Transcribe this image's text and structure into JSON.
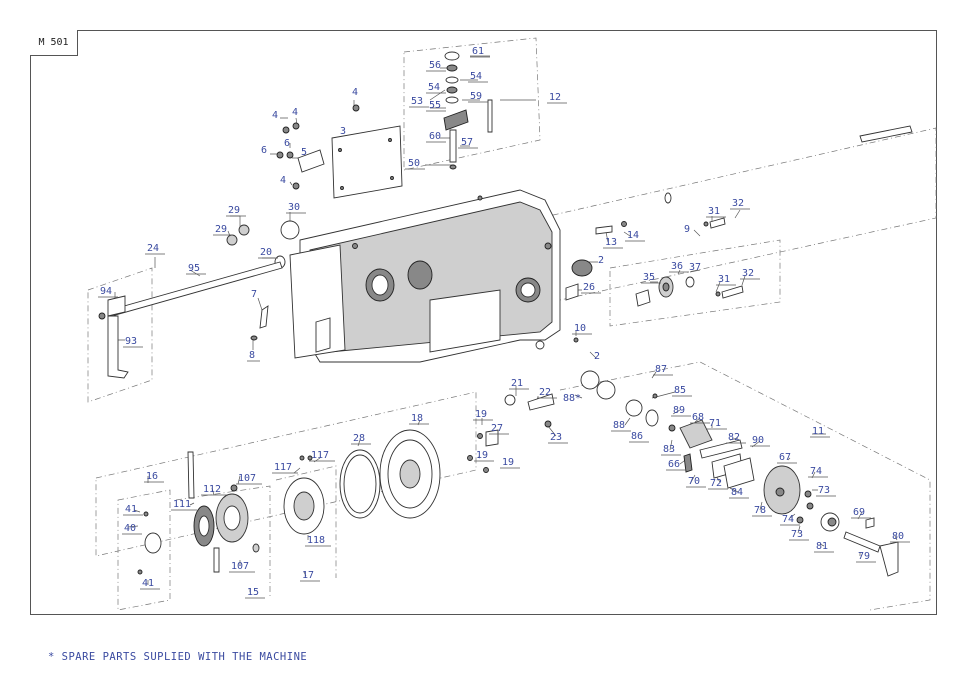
{
  "header": {
    "model_code": "M 501"
  },
  "footnote": {
    "text": "* SPARE PARTS SUPLIED WITH THE MACHINE"
  },
  "callouts": [
    {
      "id": "c61",
      "label": "61"
    },
    {
      "id": "c56",
      "label": "56"
    },
    {
      "id": "c54a",
      "label": "54"
    },
    {
      "id": "c54b",
      "label": "54"
    },
    {
      "id": "c53",
      "label": "53"
    },
    {
      "id": "c59",
      "label": "59"
    },
    {
      "id": "c55",
      "label": "55"
    },
    {
      "id": "c12",
      "label": "12"
    },
    {
      "id": "c60",
      "label": "60"
    },
    {
      "id": "c57",
      "label": "57"
    },
    {
      "id": "c50",
      "label": "50"
    },
    {
      "id": "c4a",
      "label": "4"
    },
    {
      "id": "c4b",
      "label": "4"
    },
    {
      "id": "c4c",
      "label": "4"
    },
    {
      "id": "c4d",
      "label": "4"
    },
    {
      "id": "c3",
      "label": "3"
    },
    {
      "id": "c6a",
      "label": "6"
    },
    {
      "id": "c6b",
      "label": "6"
    },
    {
      "id": "c5",
      "label": "5"
    },
    {
      "id": "c29a",
      "label": "29"
    },
    {
      "id": "c29b",
      "label": "29"
    },
    {
      "id": "c30",
      "label": "30"
    },
    {
      "id": "c24",
      "label": "24"
    },
    {
      "id": "c20",
      "label": "20"
    },
    {
      "id": "c95",
      "label": "95"
    },
    {
      "id": "c94",
      "label": "94"
    },
    {
      "id": "c7",
      "label": "7"
    },
    {
      "id": "c93",
      "label": "93"
    },
    {
      "id": "c8",
      "label": "8"
    },
    {
      "id": "c13",
      "label": "13"
    },
    {
      "id": "c14",
      "label": "14"
    },
    {
      "id": "c9",
      "label": "9"
    },
    {
      "id": "c31a",
      "label": "31"
    },
    {
      "id": "c32a",
      "label": "32"
    },
    {
      "id": "c2a",
      "label": "2"
    },
    {
      "id": "c35",
      "label": "35"
    },
    {
      "id": "c36",
      "label": "36"
    },
    {
      "id": "c37",
      "label": "37"
    },
    {
      "id": "c31b",
      "label": "31"
    },
    {
      "id": "c32b",
      "label": "32"
    },
    {
      "id": "c26",
      "label": "26"
    },
    {
      "id": "c10",
      "label": "10"
    },
    {
      "id": "c2b",
      "label": "2"
    },
    {
      "id": "c87",
      "label": "87"
    },
    {
      "id": "c21",
      "label": "21"
    },
    {
      "id": "c22",
      "label": "22"
    },
    {
      "id": "c88a",
      "label": "88*"
    },
    {
      "id": "c85",
      "label": "85"
    },
    {
      "id": "c88b",
      "label": "88"
    },
    {
      "id": "c89",
      "label": "89"
    },
    {
      "id": "c68",
      "label": "68"
    },
    {
      "id": "c71",
      "label": "71"
    },
    {
      "id": "c86",
      "label": "86"
    },
    {
      "id": "c82",
      "label": "82"
    },
    {
      "id": "c90",
      "label": "90"
    },
    {
      "id": "c11",
      "label": "11"
    },
    {
      "id": "c18",
      "label": "18"
    },
    {
      "id": "c19a",
      "label": "19"
    },
    {
      "id": "c27",
      "label": "27"
    },
    {
      "id": "c23",
      "label": "23"
    },
    {
      "id": "c83",
      "label": "83"
    },
    {
      "id": "c67",
      "label": "67"
    },
    {
      "id": "c28",
      "label": "28"
    },
    {
      "id": "c19b",
      "label": "19"
    },
    {
      "id": "c19c",
      "label": "19"
    },
    {
      "id": "c66",
      "label": "66"
    },
    {
      "id": "c74a",
      "label": "74"
    },
    {
      "id": "c117a",
      "label": "117"
    },
    {
      "id": "c117b",
      "label": "117"
    },
    {
      "id": "c70",
      "label": "70"
    },
    {
      "id": "c72",
      "label": "72"
    },
    {
      "id": "c84",
      "label": "84"
    },
    {
      "id": "c73a",
      "label": "73"
    },
    {
      "id": "c16",
      "label": "16"
    },
    {
      "id": "c107a",
      "label": "107"
    },
    {
      "id": "c112",
      "label": "112"
    },
    {
      "id": "c78",
      "label": "78"
    },
    {
      "id": "c69",
      "label": "69"
    },
    {
      "id": "c41a",
      "label": "41"
    },
    {
      "id": "c111",
      "label": "111"
    },
    {
      "id": "c74b",
      "label": "74"
    },
    {
      "id": "c40",
      "label": "40"
    },
    {
      "id": "c118",
      "label": "118"
    },
    {
      "id": "c73b",
      "label": "73"
    },
    {
      "id": "c80",
      "label": "80"
    },
    {
      "id": "c81",
      "label": "81"
    },
    {
      "id": "c79",
      "label": "79"
    },
    {
      "id": "c107b",
      "label": "107"
    },
    {
      "id": "c17",
      "label": "17"
    },
    {
      "id": "c41b",
      "label": "41"
    },
    {
      "id": "c15",
      "label": "15"
    }
  ]
}
